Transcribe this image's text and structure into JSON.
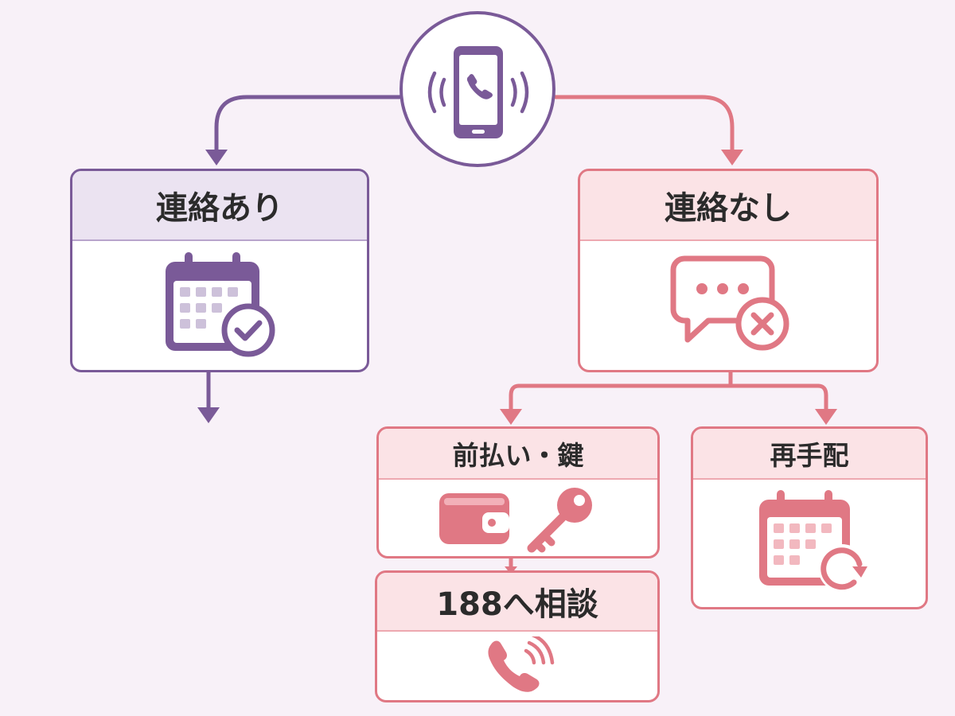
{
  "colors": {
    "contact_yes": "#7a5a98",
    "contact_no": "#e07884",
    "background": "#f8f1f8"
  },
  "start": {
    "icon": "ringing-smartphone-icon"
  },
  "nodes": {
    "contact_yes": {
      "title": "連絡あり",
      "icon": "calendar-check-icon"
    },
    "contact_no": {
      "title": "連絡なし",
      "icon": "chat-bubble-cross-icon"
    },
    "prepay_key": {
      "title": "前払い・鍵",
      "icons": [
        "wallet-icon",
        "key-icon"
      ]
    },
    "redelivery": {
      "title": "再手配",
      "icon": "calendar-refresh-icon"
    },
    "consult_188": {
      "title": "188へ相談",
      "icon": "phone-ringing-icon"
    }
  },
  "edges": [
    {
      "from": "start",
      "to": "contact_yes"
    },
    {
      "from": "start",
      "to": "contact_no"
    },
    {
      "from": "contact_yes",
      "to": "continue-down"
    },
    {
      "from": "contact_no",
      "to": "prepay_key"
    },
    {
      "from": "contact_no",
      "to": "redelivery"
    },
    {
      "from": "prepay_key",
      "to": "consult_188"
    }
  ]
}
